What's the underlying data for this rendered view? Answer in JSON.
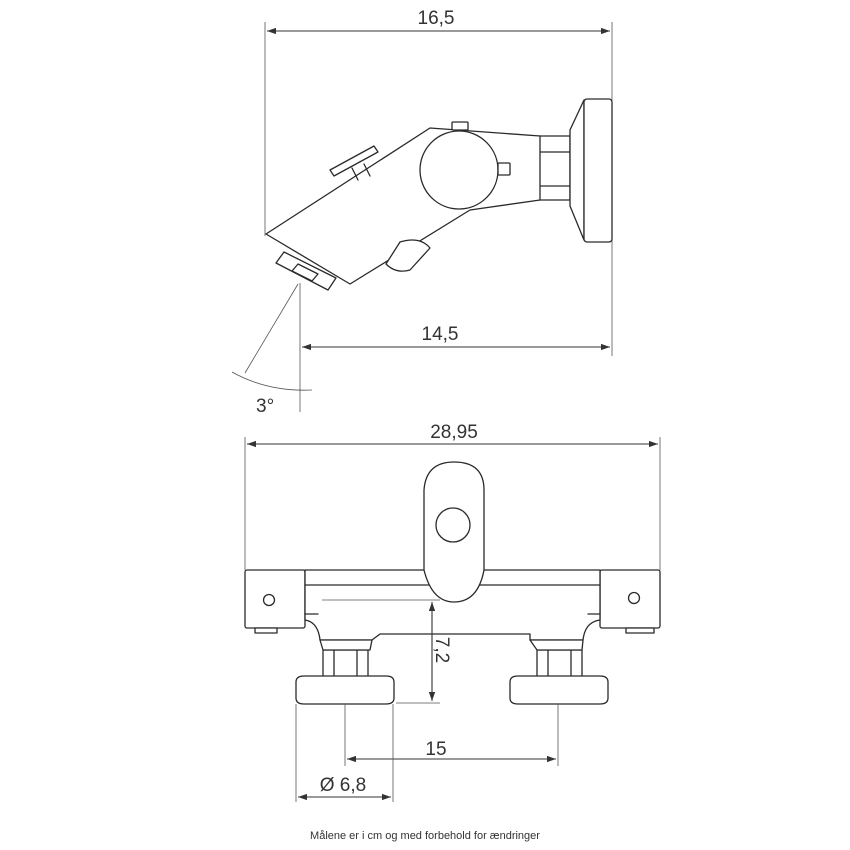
{
  "colors": {
    "line": "#2a2a2a",
    "background": "#ffffff"
  },
  "side_view": {
    "overall_depth": "16,5",
    "spout_reach": "14,5",
    "spout_angle": "3°"
  },
  "front_view": {
    "overall_width": "28,95",
    "height_to_wall": "7,2",
    "centre_distance": "15",
    "wall_plate_diameter": "Ø 6,8"
  },
  "footnote": "Målene er i cm og med forbehold for ændringer"
}
